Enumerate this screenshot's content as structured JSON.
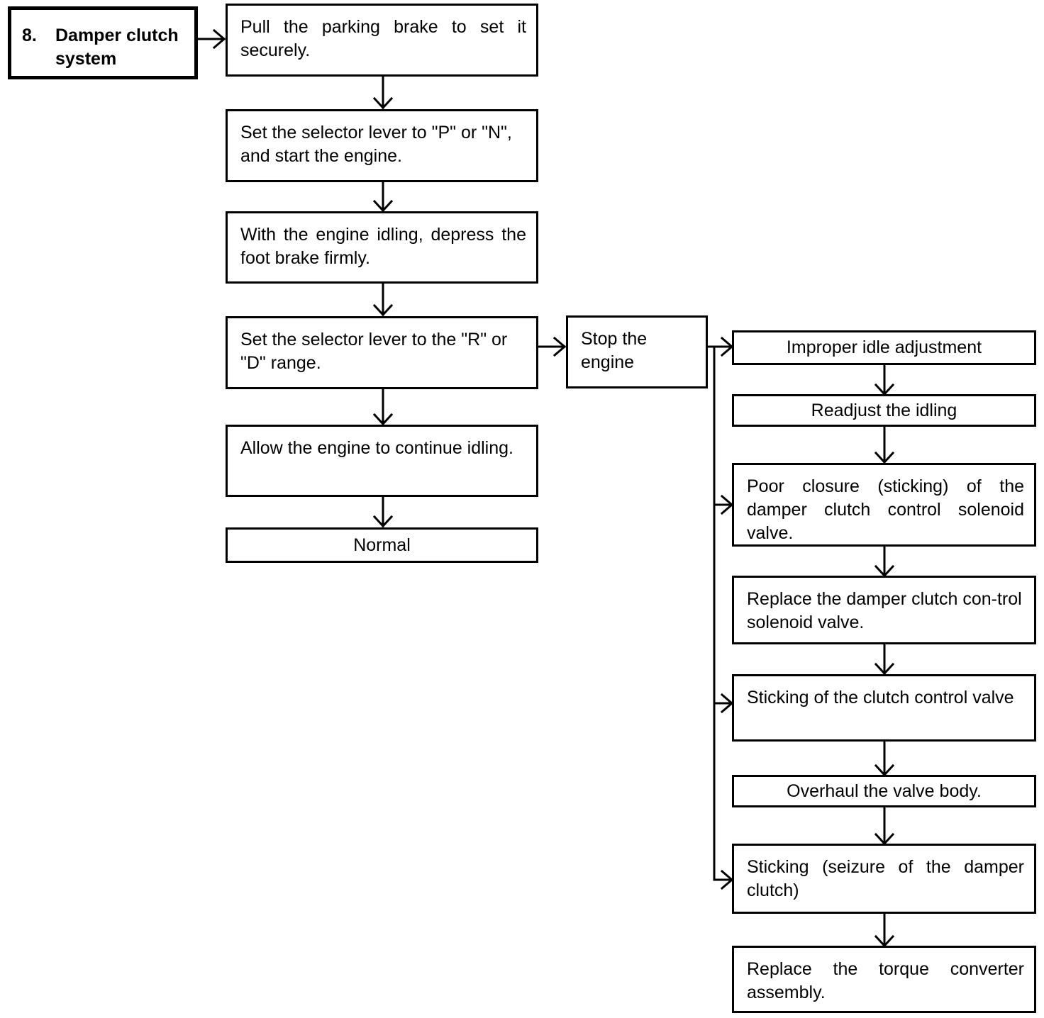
{
  "title": {
    "number": "8.",
    "label": "Damper clutch system"
  },
  "steps": [
    {
      "id": "step-1",
      "text": "Pull the parking brake to set it securely."
    },
    {
      "id": "step-2",
      "text": "Set the selector lever to \"P\" or \"N\", and start the engine."
    },
    {
      "id": "step-3",
      "text": "With the engine idling, depress the foot brake firmly."
    },
    {
      "id": "step-4",
      "text": "Set the selector lever to the \"R\" or \"D\" range."
    },
    {
      "id": "step-5",
      "text": "Allow the engine to continue idling."
    },
    {
      "id": "step-6",
      "text": "Normal"
    }
  ],
  "stop": {
    "text": "Stop the engine"
  },
  "causes": [
    {
      "cause": "Improper idle adjustment",
      "remedy": "Readjust the idling"
    },
    {
      "cause": "Poor closure (sticking) of the damper clutch control solenoid valve.",
      "remedy": "Replace the damper clutch con-trol solenoid valve."
    },
    {
      "cause": "Sticking of the clutch control valve",
      "remedy": "Overhaul the valve body."
    },
    {
      "cause": "Sticking (seizure of the damper clutch)",
      "remedy": "Replace the torque converter assembly."
    }
  ]
}
